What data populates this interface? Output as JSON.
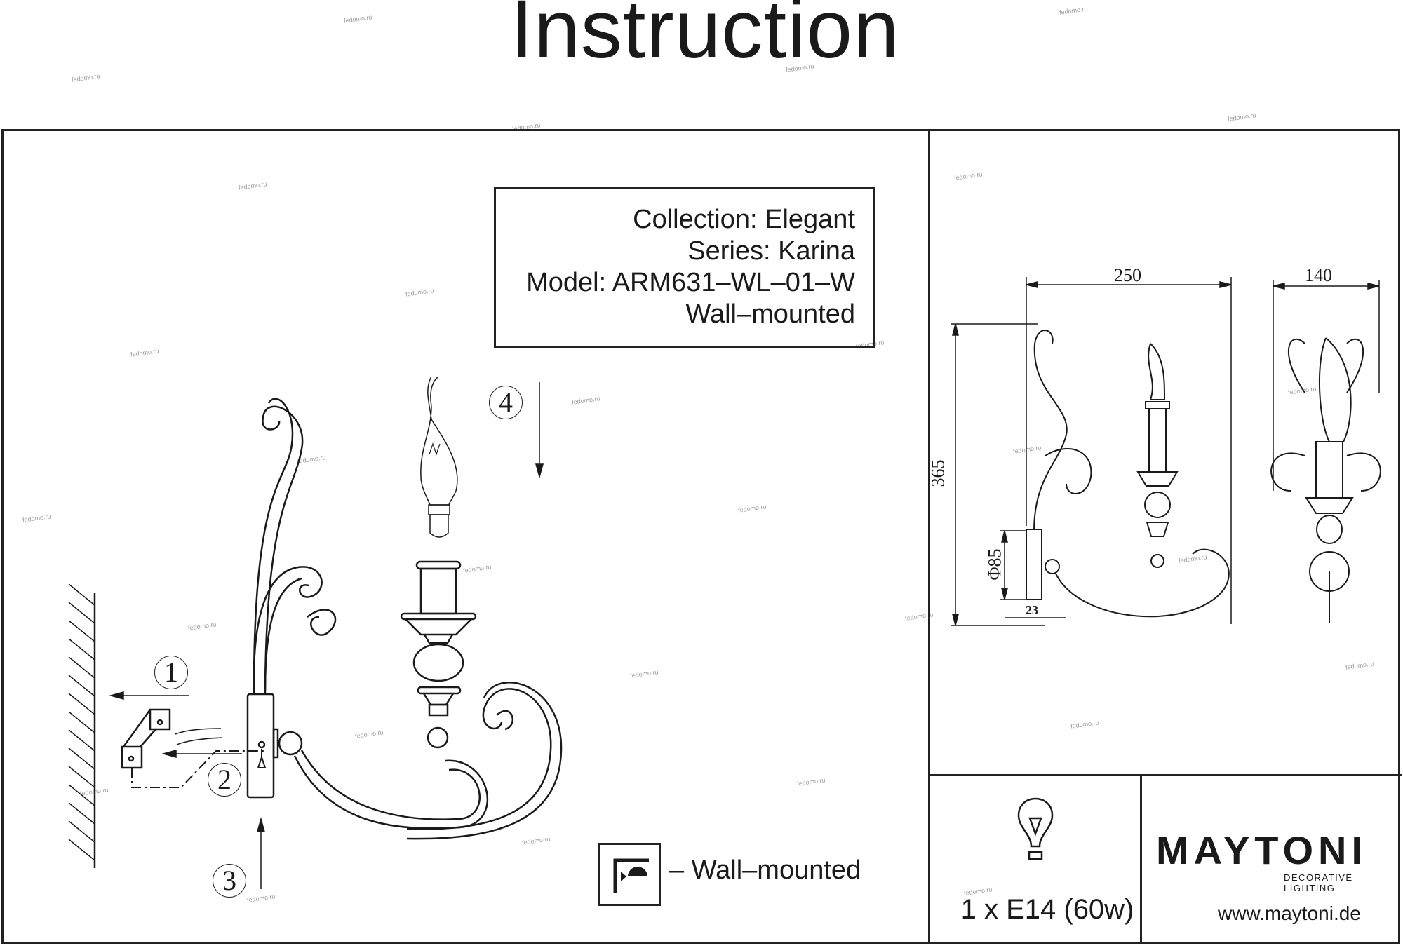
{
  "document": {
    "title": "Instruction",
    "product": {
      "collection": "Collection: Elegant",
      "series": "Series: Karina",
      "model": "Model: ARM631–WL–01–W",
      "mount_type": "Wall–mounted"
    },
    "steps": [
      "1",
      "2",
      "3",
      "4"
    ],
    "dimensions": {
      "width": "250",
      "depth": "140",
      "height": "365",
      "base_diameter": "Φ85",
      "base_depth": "23"
    },
    "legend": {
      "icon": "wall-mount-icon",
      "label": "– Wall–mounted"
    },
    "socket": {
      "icon": "light-bulb-icon",
      "label": "1 x E14 (60w)"
    },
    "brand": {
      "name": "MAYTONI",
      "tagline": "DECORATIVE LIGHTING",
      "website": "www.maytoni.de"
    },
    "watermark": "fedomo.ru"
  }
}
